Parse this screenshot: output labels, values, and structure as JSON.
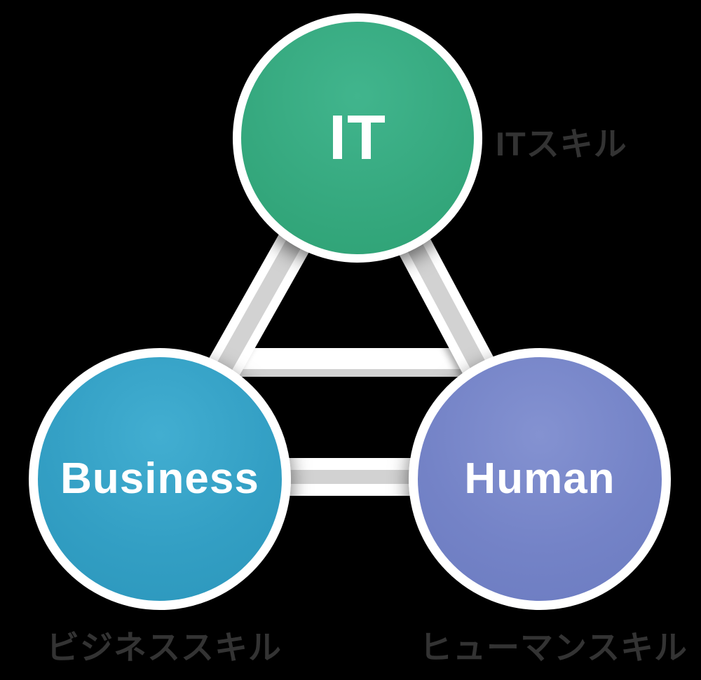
{
  "diagram": {
    "type": "relationship-triangle",
    "background_color": "#000000",
    "nodes": {
      "it": {
        "label": "IT",
        "caption": "ITスキル",
        "fill": "#36a97f",
        "fill_light": "#41b58d",
        "fill_dark": "#2da173",
        "text_color": "#ffffff"
      },
      "business": {
        "label": "Business",
        "caption": "ビジネススキル",
        "fill": "#339fc4",
        "fill_light": "#42aed1",
        "fill_dark": "#2b96bb",
        "text_color": "#ffffff"
      },
      "human": {
        "label": "Human",
        "caption": "ヒューマンスキル",
        "fill": "#7483c7",
        "fill_light": "#8492d1",
        "fill_dark": "#6b7bc0",
        "text_color": "#ffffff"
      }
    },
    "edges": [
      {
        "from": "it",
        "to": "business"
      },
      {
        "from": "it",
        "to": "human"
      },
      {
        "from": "business",
        "to": "human"
      }
    ],
    "connector": {
      "line_color": "#d2d2d2",
      "casing_color": "#ffffff"
    },
    "caption_color": "#333333",
    "ring_color": "#ffffff"
  }
}
